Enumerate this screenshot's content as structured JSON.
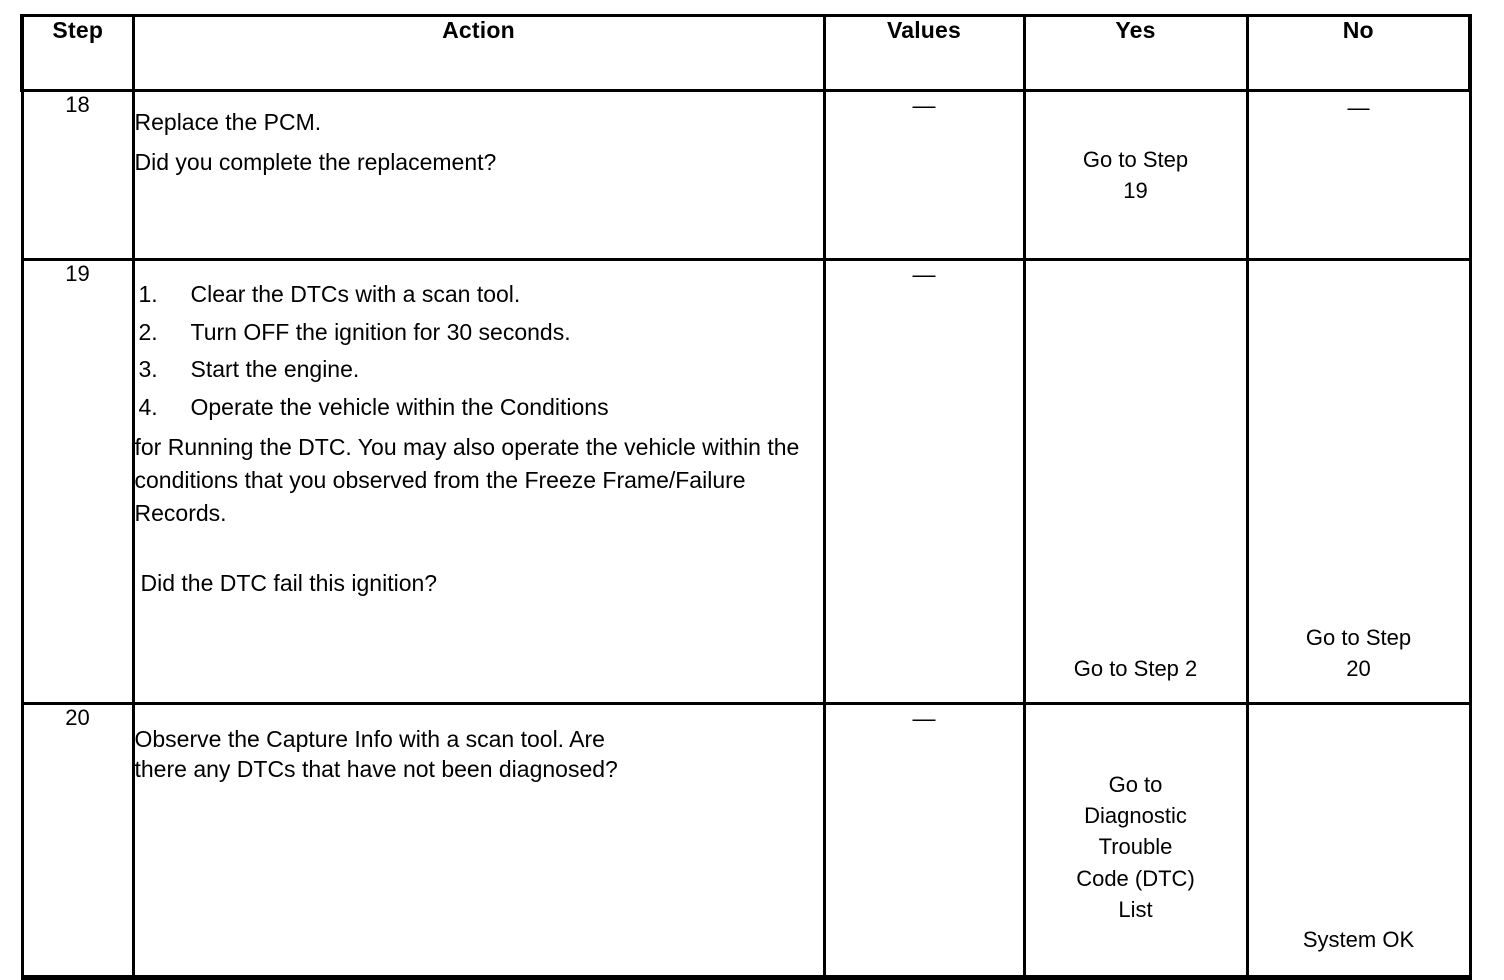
{
  "table": {
    "columns": [
      {
        "key": "step",
        "label": "Step"
      },
      {
        "key": "action",
        "label": "Action"
      },
      {
        "key": "values",
        "label": "Values"
      },
      {
        "key": "yes",
        "label": "Yes"
      },
      {
        "key": "no",
        "label": "No"
      }
    ],
    "rows": [
      {
        "step": "18",
        "action": {
          "lines": [
            "Replace the PCM.",
            "Did you complete the replacement?"
          ]
        },
        "values": "—",
        "yes": {
          "lines": [
            "Go to Step",
            "19"
          ]
        },
        "no": {
          "lines": [
            "—"
          ]
        }
      },
      {
        "step": "19",
        "action": {
          "list": [
            {
              "num": "1.",
              "text": "Clear the DTCs with a scan tool."
            },
            {
              "num": "2.",
              "text": "Turn OFF the ignition for 30 seconds."
            },
            {
              "num": "3.",
              "text": "Start the engine."
            },
            {
              "num": "4.",
              "text": "Operate the vehicle within the Conditions"
            }
          ],
          "paragraph": "for Running the DTC. You may also operate the vehicle within the conditions that you observed from the Freeze Frame/Failure Records.",
          "question": "Did the DTC fail this ignition?"
        },
        "values": "—",
        "yes": {
          "lines": [
            "Go to Step 2"
          ]
        },
        "no": {
          "lines": [
            "Go to Step",
            "20"
          ]
        }
      },
      {
        "step": "20",
        "action": {
          "lines": [
            "Observe the Capture Info with a scan tool. Are",
            "there any DTCs that have not been diagnosed?"
          ]
        },
        "values": "—",
        "yes": {
          "lines": [
            "Go to",
            "Diagnostic",
            "Trouble",
            "Code (DTC)",
            "List"
          ]
        },
        "no": {
          "lines": [
            "System OK"
          ]
        }
      }
    ]
  },
  "colors": {
    "border": "#000000",
    "text": "#000000",
    "background": "#ffffff"
  }
}
